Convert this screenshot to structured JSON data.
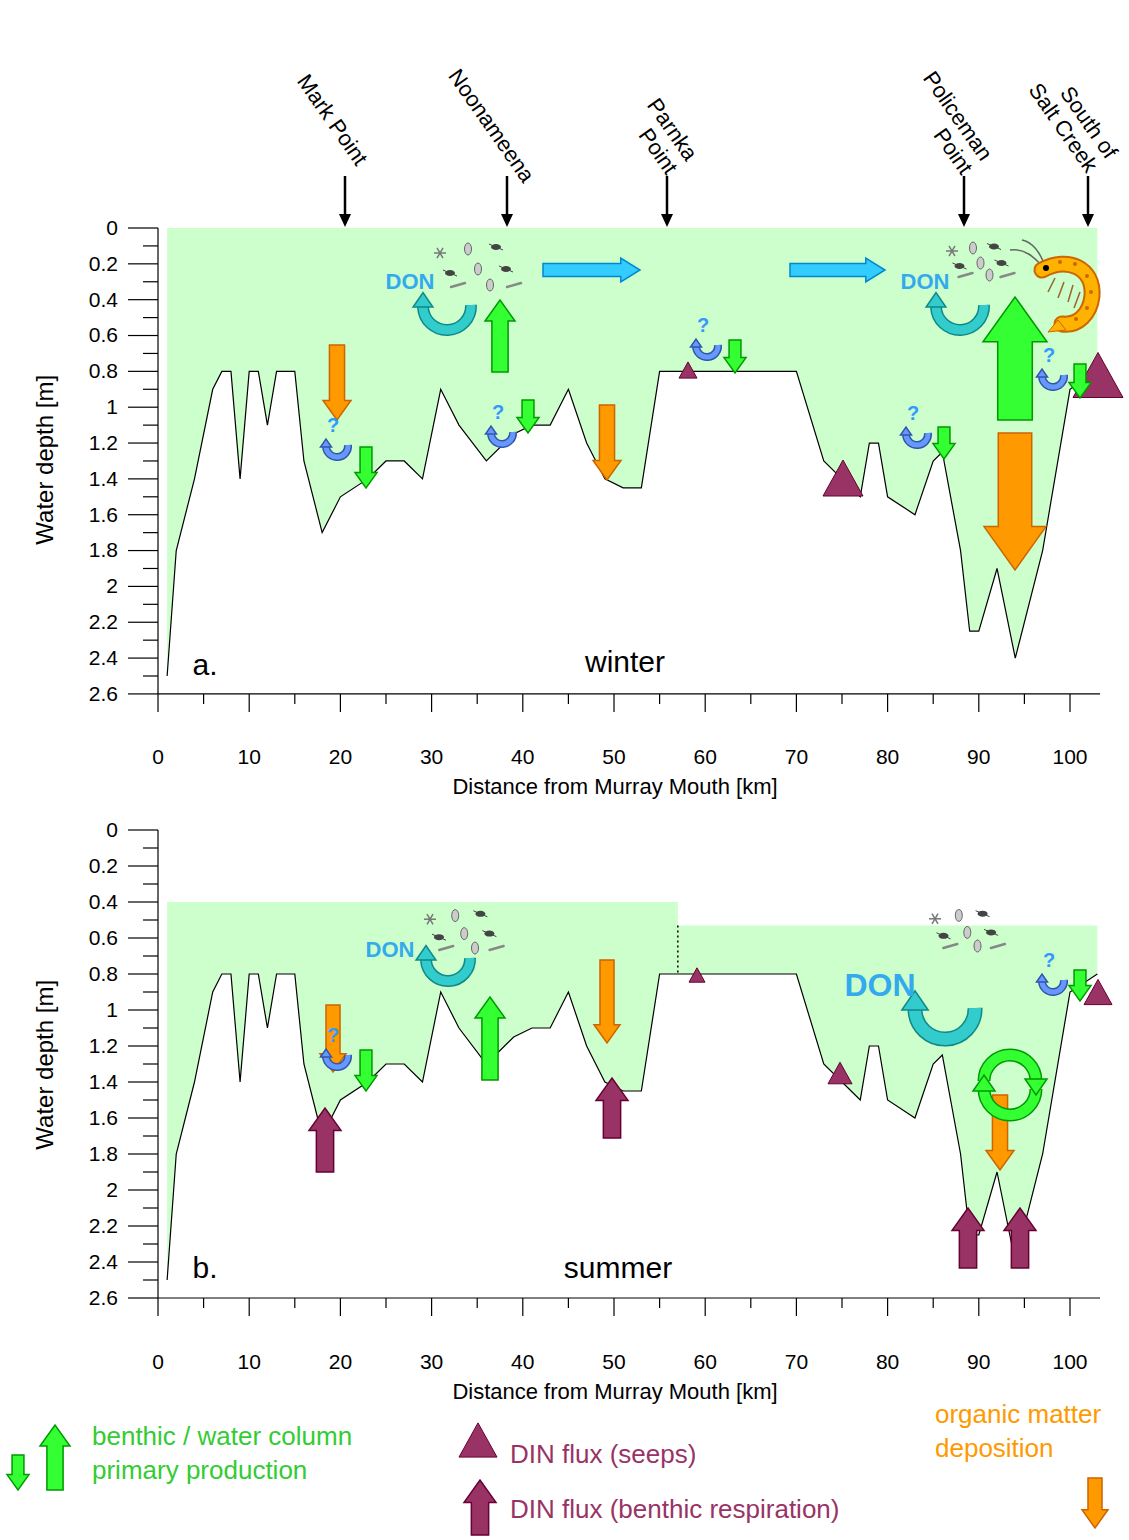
{
  "diagram": {
    "labels": [
      "Mark Point",
      "Noonameena",
      "Parnka Point",
      "Policeman Point",
      "South of Salt Creek",
      "0",
      "0.2",
      "0.4",
      "0.6",
      "0.8",
      "1",
      "1.2",
      "1.4",
      "1.6",
      "1.8",
      "2",
      "2.2",
      "2.4",
      "2.6",
      "Water depth [m]",
      "0",
      "10",
      "20",
      "30",
      "40",
      "50",
      "60",
      "70",
      "80",
      "90",
      "100",
      "Distance from Murray Mouth [km]",
      "a.",
      "winter",
      "DON",
      "DON",
      "?",
      "?",
      "?",
      "?",
      "?",
      "0",
      "0.2",
      "0.4",
      "0.6",
      "0.8",
      "1",
      "1.2",
      "1.4",
      "1.6",
      "1.8",
      "2",
      "2.2",
      "2.4",
      "2.6",
      "Water depth [m]",
      "0",
      "10",
      "20",
      "30",
      "40",
      "50",
      "60",
      "70",
      "80",
      "90",
      "100",
      "Distance from Murray Mouth [km]",
      "b.",
      "summer",
      "DON",
      "DON",
      "?",
      "?"
    ],
    "legend": [
      {
        "text": "benthic / water column primary production"
      },
      {
        "text": "DIN flux (seeps)"
      },
      {
        "text": "organic matter deposition"
      },
      {
        "text": "DIN flux (benthic respiration)"
      }
    ]
  }
}
